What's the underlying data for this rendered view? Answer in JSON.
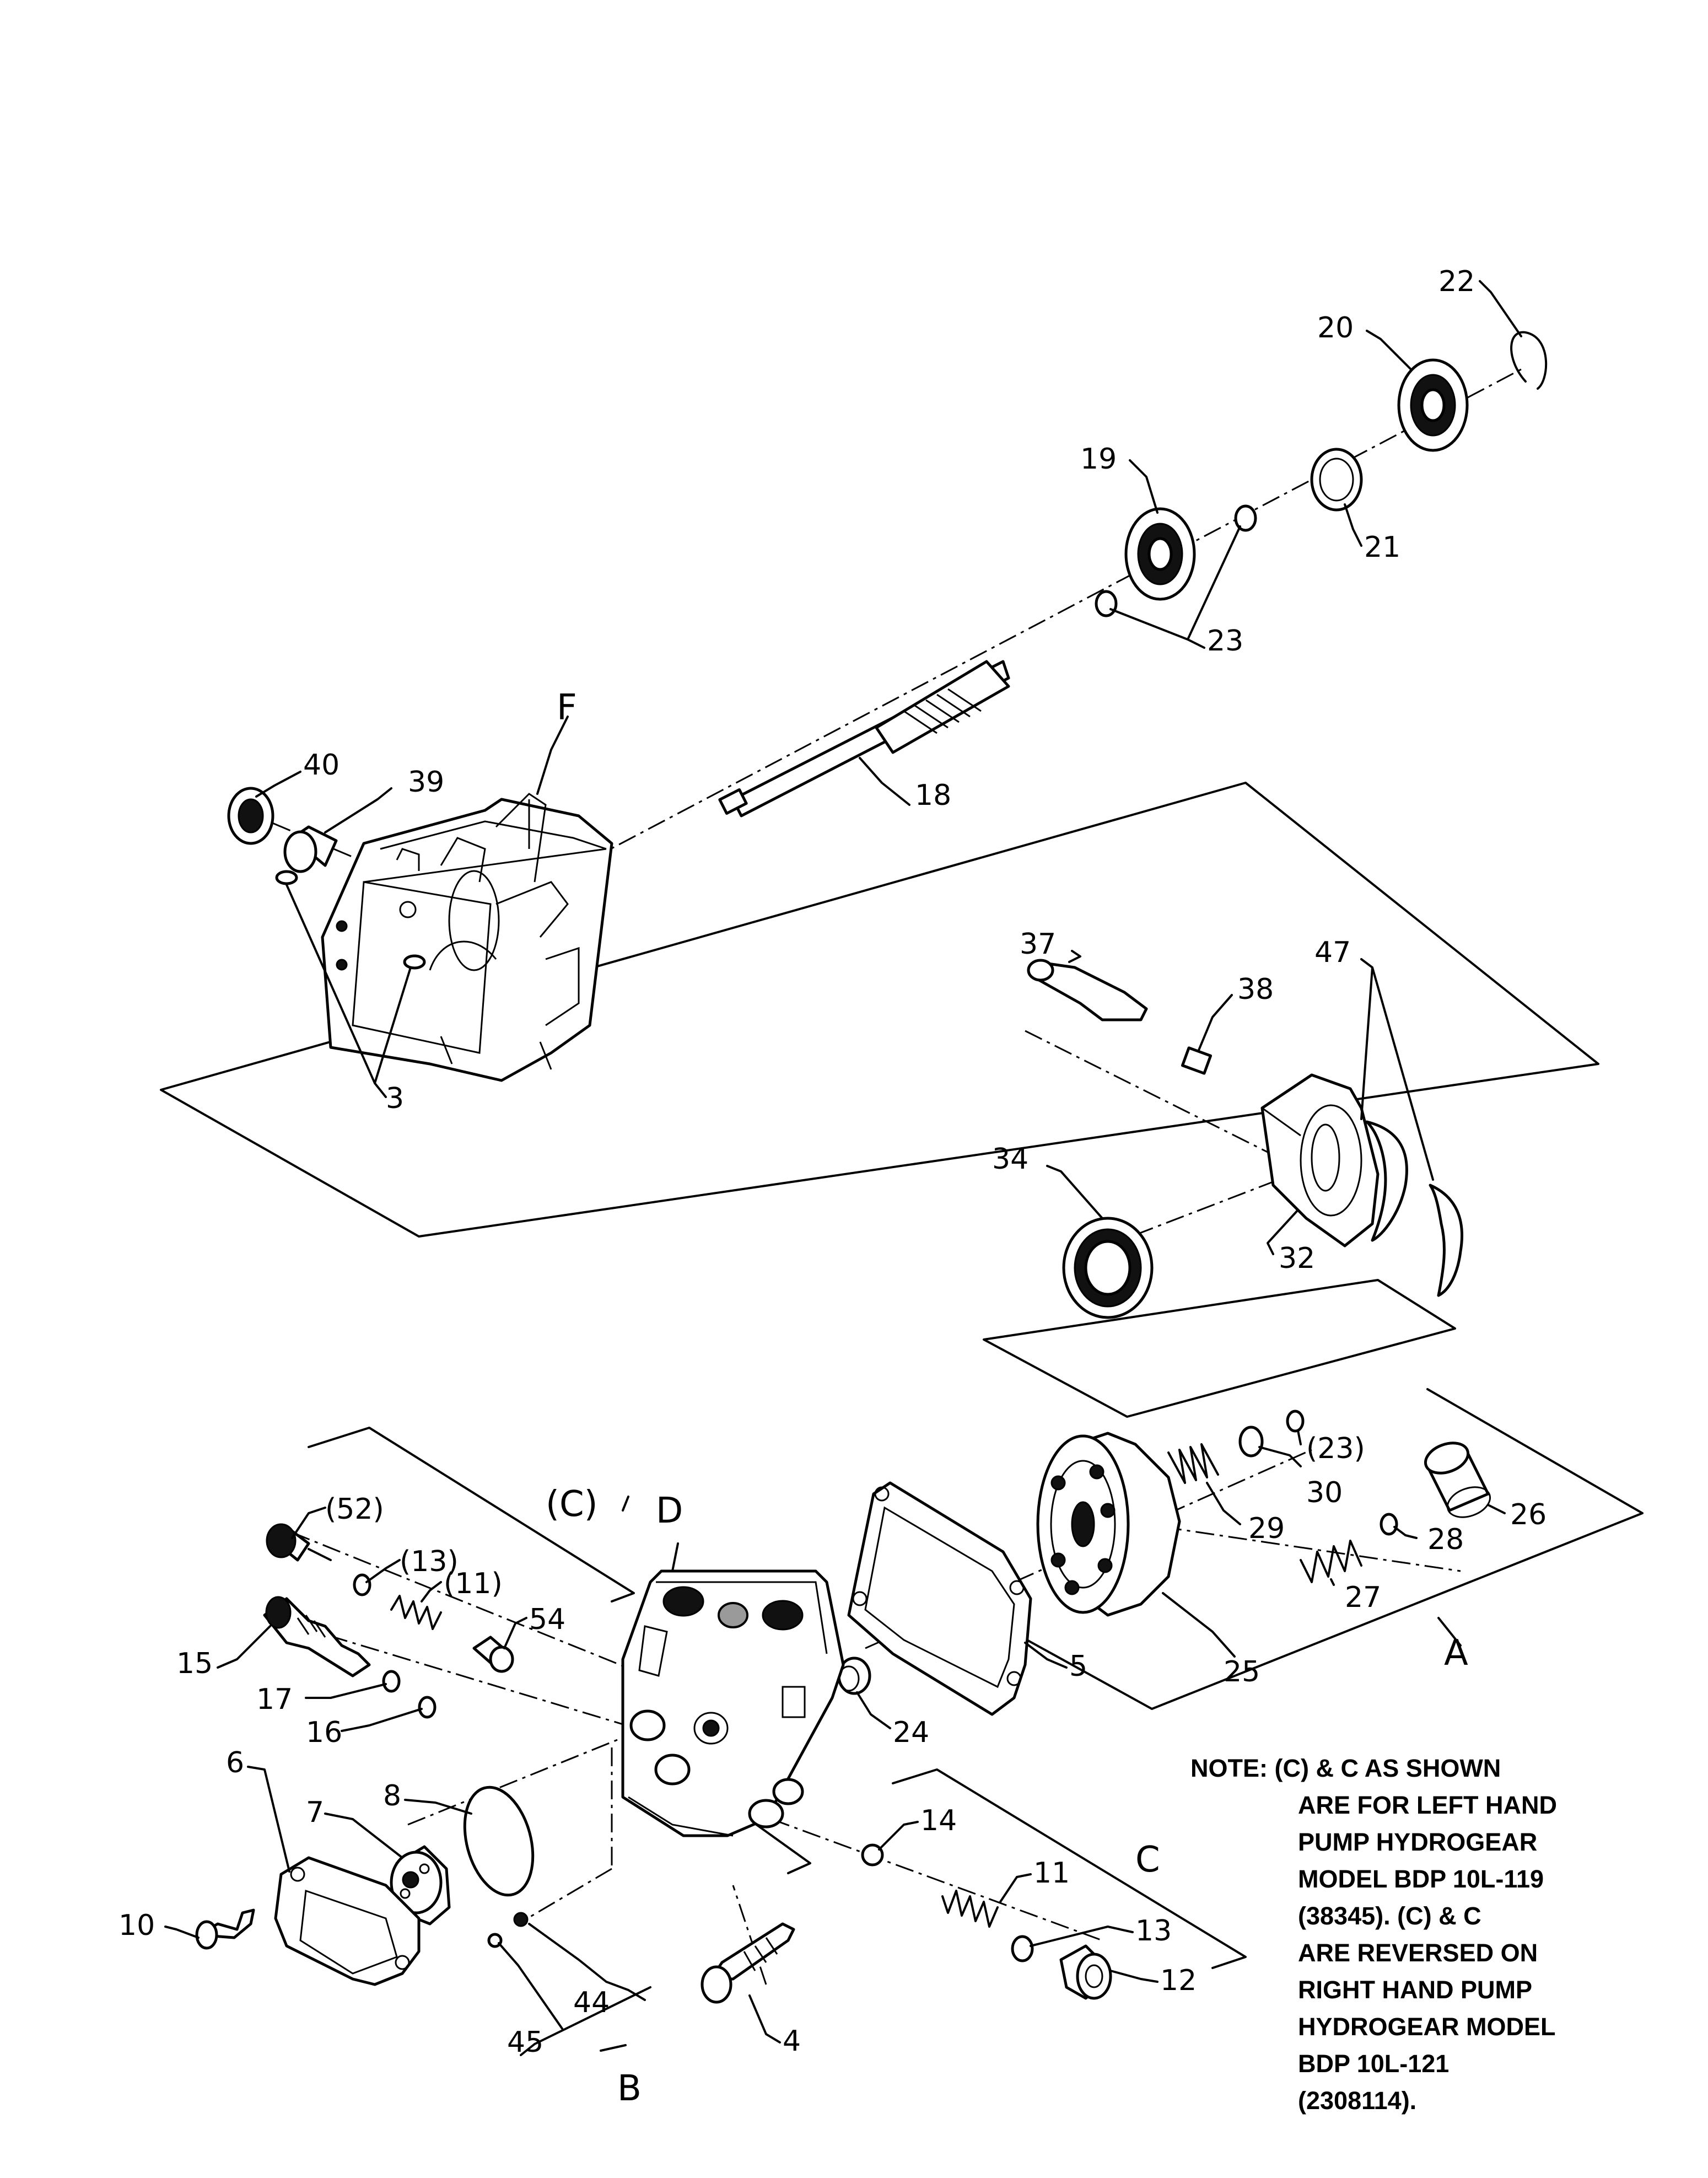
{
  "labels": {
    "p40": "40",
    "p39": "39",
    "pF": "F",
    "p18": "18",
    "p19": "19",
    "p20": "20",
    "p22": "22",
    "p21": "21",
    "p23": "23",
    "p3": "3",
    "p37": "37",
    "p38": "38",
    "p47": "47",
    "p34": "34",
    "p32": "32",
    "p23b": "(23)",
    "p30": "30",
    "p26": "26",
    "p28": "28",
    "p29": "29",
    "p27": "27",
    "p25": "25",
    "pA": "A",
    "p52": "(52)",
    "pCp": "(C)",
    "pD": "D",
    "p13p": "(13)",
    "p11p": "(11)",
    "p54": "54",
    "p15": "15",
    "p17": "17",
    "p16": "16",
    "p5": "5",
    "p24": "24",
    "p8": "8",
    "p7": "7",
    "p6": "6",
    "p10": "10",
    "p14": "14",
    "pC": "C",
    "p11": "11",
    "p13": "13",
    "p12": "12",
    "p44": "44",
    "p45": "45",
    "p4": "4",
    "pB": "B"
  },
  "note": [
    "NOTE: (C) & C AS SHOWN",
    "ARE FOR LEFT HAND",
    "PUMP HYDROGEAR",
    "MODEL BDP 10L-119",
    "(38345). (C) & C",
    "ARE REVERSED  ON",
    "RIGHT HAND PUMP",
    "HYDROGEAR MODEL",
    "BDP 10L-121",
    "(2308114)."
  ]
}
